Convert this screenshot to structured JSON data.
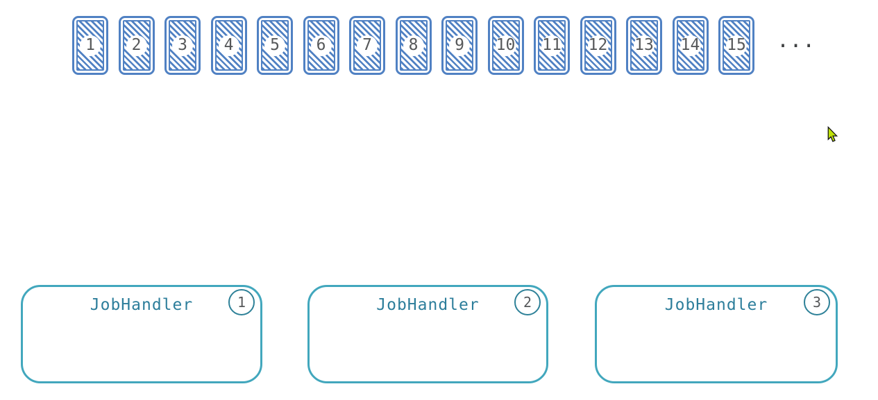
{
  "job_queue": {
    "cards": [
      {
        "number": "1"
      },
      {
        "number": "2"
      },
      {
        "number": "3"
      },
      {
        "number": "4"
      },
      {
        "number": "5"
      },
      {
        "number": "6"
      },
      {
        "number": "7"
      },
      {
        "number": "8"
      },
      {
        "number": "9"
      },
      {
        "number": "10"
      },
      {
        "number": "11"
      },
      {
        "number": "12"
      },
      {
        "number": "13"
      },
      {
        "number": "14"
      },
      {
        "number": "15"
      }
    ],
    "more_indicator": "..."
  },
  "job_handlers": [
    {
      "title": "JobHandler",
      "badge_number": "1"
    },
    {
      "title": "JobHandler",
      "badge_number": "2"
    },
    {
      "title": "JobHandler",
      "badge_number": "3"
    }
  ],
  "cursor": {
    "type": "arrow-pointer"
  },
  "colors": {
    "card_blue": "#5081c3",
    "card_number_gray": "#56585a",
    "handler_border_teal": "#42a7bd",
    "handler_text_teal": "#2d7e9b",
    "badge_border_teal": "#2e8198",
    "ellipsis_gray": "#3e4041",
    "cursor_fill": "#bfe20a",
    "background": "#ffffff"
  }
}
